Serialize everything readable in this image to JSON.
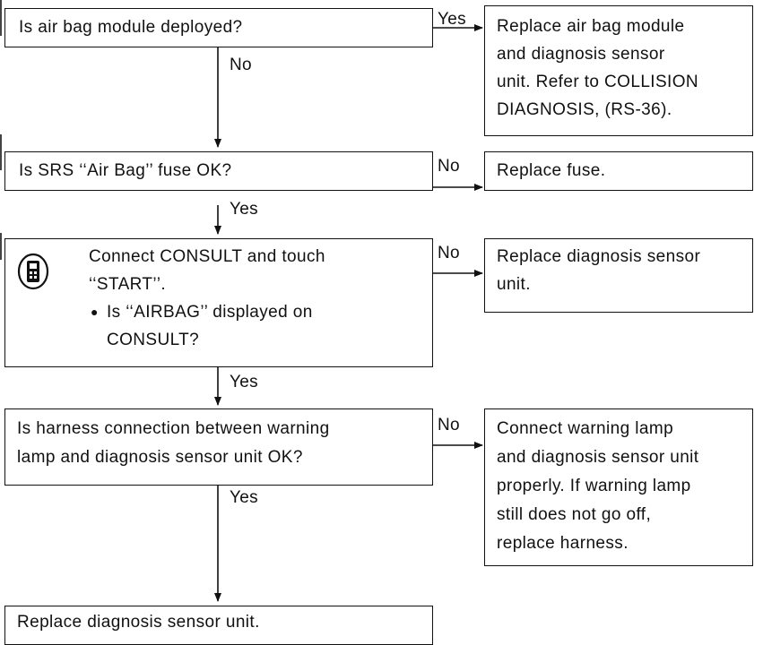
{
  "q1": {
    "text": "Is air bag module deployed?",
    "yes_label": "Yes",
    "no_label": "No"
  },
  "a1": {
    "lines": [
      "Replace air bag module",
      "and diagnosis sensor",
      "unit. Refer to COLLISION",
      "DIAGNOSIS, (RS-36)."
    ]
  },
  "q2": {
    "text": "Is SRS ‘‘Air Bag’’ fuse OK?",
    "no_label": "No",
    "yes_label": "Yes"
  },
  "a2": {
    "text": "Replace fuse."
  },
  "q3": {
    "icon": "consult-tester-icon",
    "line1": "Connect CONSULT and touch",
    "line2": "‘‘START’’.",
    "bullet": "●",
    "line3": "Is ‘‘AIRBAG’’ displayed on",
    "line4": "CONSULT?",
    "no_label": "No",
    "yes_label": "Yes"
  },
  "a3": {
    "lines": [
      "Replace diagnosis sensor",
      "unit."
    ]
  },
  "q4": {
    "lines": [
      "Is harness connection between warning",
      "lamp and diagnosis sensor unit OK?"
    ],
    "no_label": "No",
    "yes_label": "Yes"
  },
  "a4": {
    "lines": [
      "Connect warning lamp",
      "and diagnosis sensor unit",
      "properly. If warning lamp",
      "still does not go off,",
      "replace harness."
    ]
  },
  "final": {
    "text": "Replace diagnosis sensor unit."
  }
}
